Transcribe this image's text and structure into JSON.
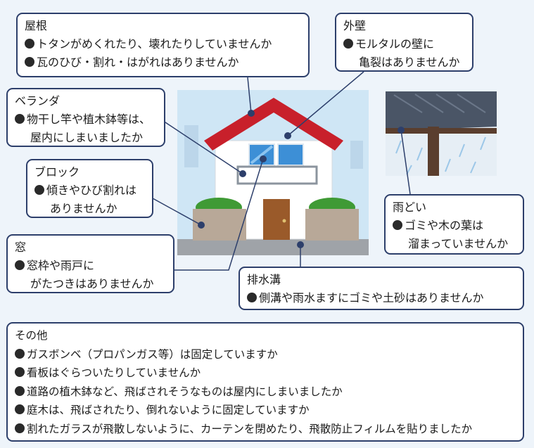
{
  "callouts": {
    "roof": {
      "title": "屋根",
      "items": [
        "トタンがめくれたり、壊れたりしていませんか",
        "瓦のひび・割れ・はがれはありませんか"
      ]
    },
    "wall": {
      "title": "外壁",
      "line1": "モルタルの壁に",
      "line2": "亀裂はありませんか"
    },
    "veranda": {
      "title": "ベランダ",
      "line1": "物干し竿や植木鉢等は、",
      "line2": "屋内にしまいましたか"
    },
    "block": {
      "title": "ブロック",
      "line1": "傾きやひび割れは",
      "line2": "ありませんか"
    },
    "window": {
      "title": "窓",
      "line1": "窓枠や雨戸に",
      "line2": "がたつきはありませんか"
    },
    "gutter": {
      "title": "雨どい",
      "line1": "ゴミや木の葉は",
      "line2": "溜まっていませんか"
    },
    "drain": {
      "title": "排水溝",
      "line1": "側溝や雨水ますにゴミや土砂はありませんか"
    }
  },
  "other": {
    "title": "その他",
    "items": [
      "ガスボンベ（プロパンガス等）は固定していますか",
      "看板はぐらついたりしていませんか",
      "道路の植木鉢など、飛ばされそうなものは屋内にしまいましたか",
      "庭木は、飛ばされたり、倒れないように固定していますか",
      "割れたガラスが飛散しないように、カーテンを閉めたり、飛散防止フィルムを貼りましたか"
    ]
  },
  "colors": {
    "background": "#eef4fa",
    "border": "#2d3f6b",
    "roof": "#c8202b",
    "sky": "#cfe6f5",
    "window": "#3d8fd6",
    "door": "#9a5a2a",
    "bush": "#3f9a35",
    "block": "#b8a898",
    "gutter_panel": "#e6eef5"
  },
  "icons": [
    "house-illustration",
    "gutter-illustration",
    "bullet-icon"
  ]
}
